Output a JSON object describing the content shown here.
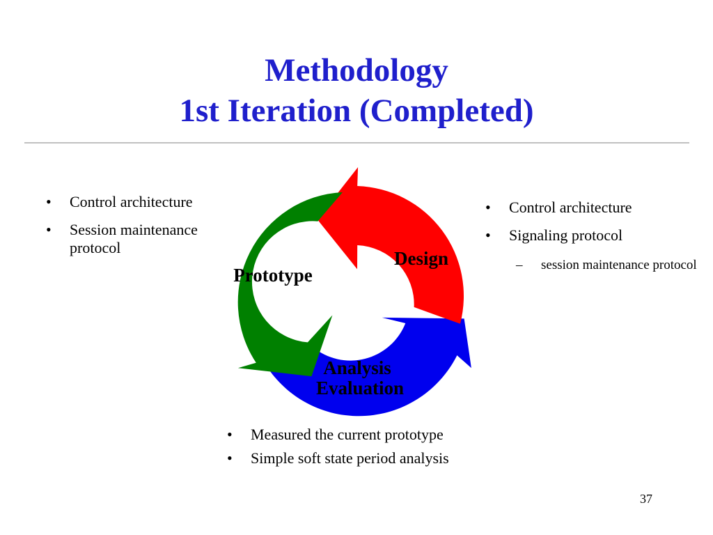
{
  "slide": {
    "title_line1": "Methodology",
    "title_line2": "1st Iteration (Completed)",
    "title_color": "#1f1fcc",
    "rule_color": "#c0c0c0",
    "page_number": "37"
  },
  "left_bullets": [
    "Control architecture",
    "Session maintenance protocol"
  ],
  "right_bullets": [
    "Control architecture",
    "Signaling protocol"
  ],
  "right_subbullet": "session maintenance protocol",
  "bottom_bullets": [
    "Measured the current prototype",
    "Simple soft state period analysis"
  ],
  "cycle": {
    "design_label": "Design",
    "prototype_label": "Prototype",
    "analysis_label": "Analysis",
    "evaluation_label": "Evaluation",
    "design_color": "#ff0000",
    "analysis_color": "#0000ee",
    "prototype_color": "#008000"
  },
  "bullet_glyph": "•",
  "dash_glyph": "–"
}
